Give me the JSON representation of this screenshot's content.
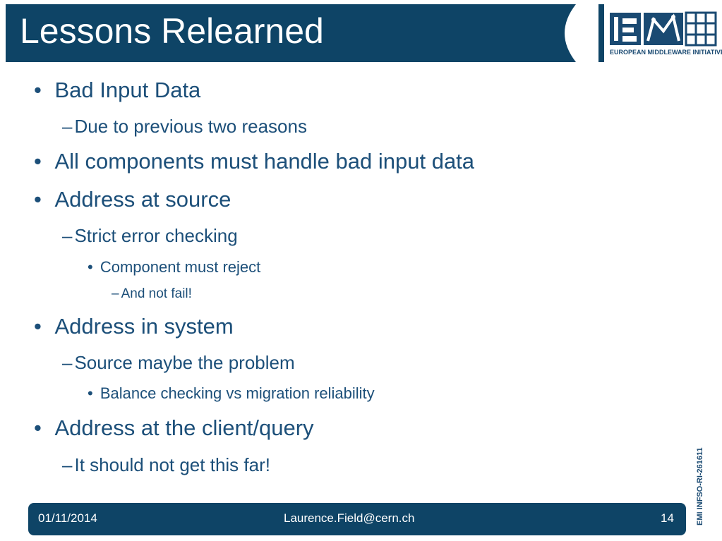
{
  "slide": {
    "title": "Lessons Relearned"
  },
  "logo": {
    "caption": "EUROPEAN MIDDLEWARE INITIATIVE",
    "brand_color": "#0e4466"
  },
  "bullets": [
    {
      "level": 1,
      "marker": "•",
      "text": "Bad Input Data"
    },
    {
      "level": 2,
      "marker": "–",
      "text": "Due to previous two reasons"
    },
    {
      "level": 1,
      "marker": "•",
      "text": "All components must handle bad input data"
    },
    {
      "level": 1,
      "marker": "•",
      "text": "Address at source"
    },
    {
      "level": 2,
      "marker": "–",
      "text": "Strict error checking"
    },
    {
      "level": 3,
      "marker": "•",
      "text": "Component must reject"
    },
    {
      "level": 4,
      "marker": "–",
      "text": "And not fail!"
    },
    {
      "level": 1,
      "marker": "•",
      "text": "Address in system"
    },
    {
      "level": 2,
      "marker": "–",
      "text": "Source maybe the problem"
    },
    {
      "level": 3,
      "marker": "•",
      "text": "Balance checking vs migration reliability"
    },
    {
      "level": 1,
      "marker": "•",
      "text": "Address at the client/query"
    },
    {
      "level": 2,
      "marker": "–",
      "text": "It should not get this far!"
    }
  ],
  "side_reference": "EMI INFSO-RI-261611",
  "footer": {
    "date": "01/11/2014",
    "author": "Laurence.Field@cern.ch",
    "page_number": "14"
  }
}
